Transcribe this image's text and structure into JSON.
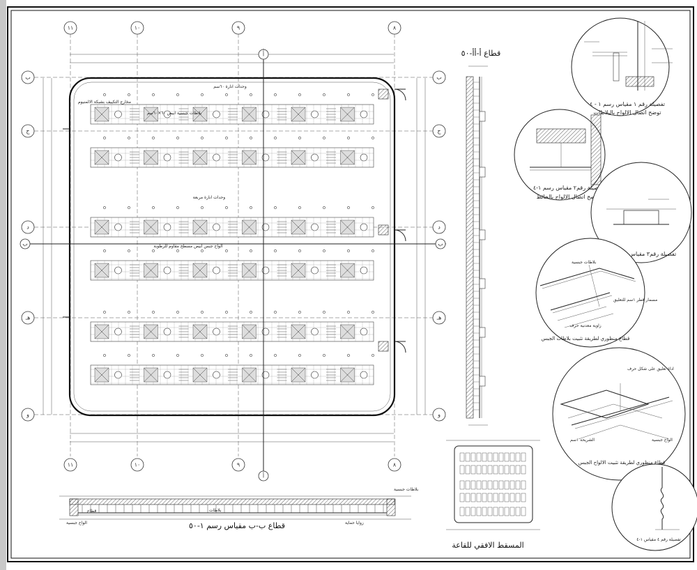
{
  "plan": {
    "grid_top": [
      "١١",
      "١٠",
      "٩",
      "٨"
    ],
    "grid_bottom": [
      "١١",
      "١٠",
      "٩",
      "٨"
    ],
    "grid_left": [
      "ب",
      "ج",
      "د",
      "هـ",
      "و"
    ],
    "grid_right": [
      "ب",
      "ج",
      "د",
      "هـ",
      "و"
    ],
    "section_marker_a": "أ",
    "section_marker_b": "ب",
    "notes_row": [
      "وحدات انارة ٦٠سم",
      "بلاطات جبسية ابيض ٦٠×٦٠سم",
      "مخارج التكييف بشبكة الالمنيوم",
      "وحدات انارة مربعة",
      "الواح جبس ابيض مسطح مقاوم للرطوبة"
    ]
  },
  "section_bb": {
    "title": "قطاع ب-ب مقياس رسم ١-٥٠",
    "notes": [
      "بلاطات جبسية",
      "قطاع",
      "الواح جبسية",
      "بلاطات",
      "زوايا حماية"
    ]
  },
  "section_aa": {
    "title": "قطاع أ-أأ-٥٠"
  },
  "key_plan": {
    "title": "المسقط الافقي للقاعة"
  },
  "details": [
    {
      "title_line1": "تفصيلة رقم ١ مقياس رسم ١ - ٤",
      "title_line2": "توضح اتصال الالواح بالبلاطات"
    },
    {
      "title_line1": "تفصيلة رقم٢ مقياس رسم ١-٤",
      "title_line2": "توضح اتصال الالواح بالحائط"
    },
    {
      "title_line1": "تفصيلة رقم٣ مقياس رسم ١-٤",
      "title_line2": ""
    },
    {
      "title_line1": "قطاع منظوري لطريقة تثبيت بلاطات الجبس",
      "title_line2": "",
      "label_top": "بلاطات جبسية",
      "label_mid": "مسمار قطر ١سم للتعليق",
      "label_low": "زاوية معدنية حرف"
    },
    {
      "title_line1": "قطاع منظوري لطريقة تثبيت الالواح الجبس",
      "title_line2": "",
      "label_top": "اداة تعليق على شكل حرف",
      "label_mid": "الواح جبسية",
      "label_low": "الشريحة ١سم"
    },
    {
      "title_line1": "تفصيلة رقم ٤ مقياس ١-٤",
      "title_line2": ""
    }
  ]
}
